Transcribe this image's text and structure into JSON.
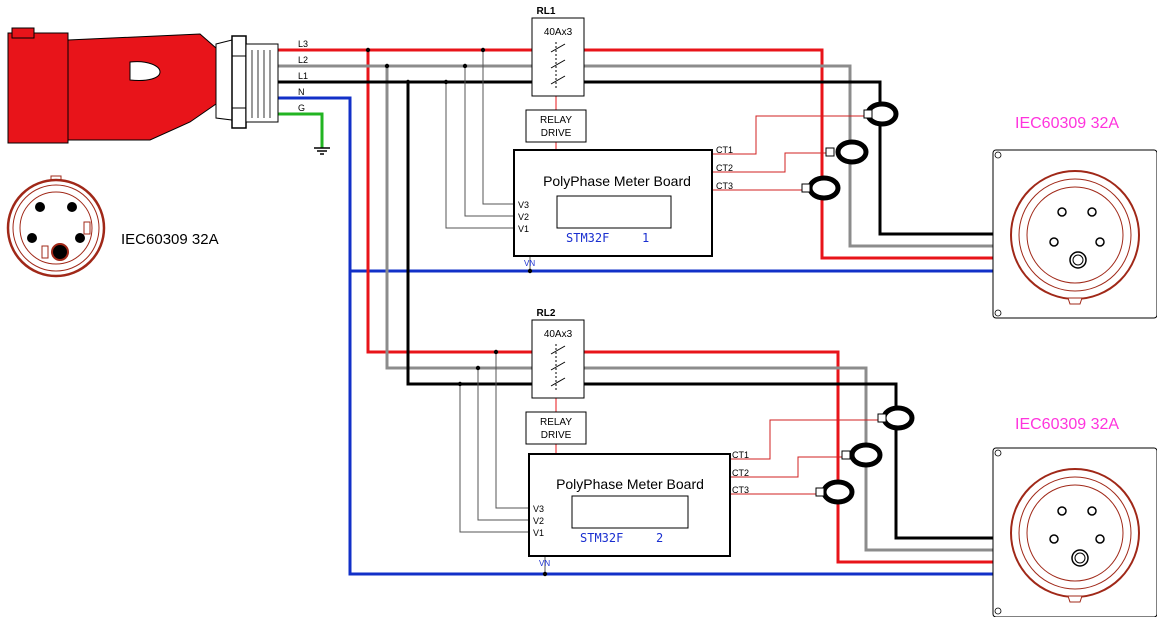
{
  "plug": {
    "wire_labels": [
      "L3",
      "L2",
      "L1",
      "N",
      "G"
    ]
  },
  "inlet_face": {
    "label": "IEC60309 32A"
  },
  "channels": [
    {
      "relay": {
        "name": "RL1",
        "rating": "40Ax3"
      },
      "relay_drive": {
        "line1": "RELAY",
        "line2": "DRIVE"
      },
      "meter": {
        "title": "PolyPhase Meter Board",
        "chip": "STM32F",
        "index": "1",
        "ct_labels": [
          "CT1",
          "CT2",
          "CT3"
        ],
        "voltage_labels": [
          "V3",
          "V2",
          "V1"
        ],
        "vn_label": "VN"
      },
      "outlet": {
        "label": "IEC60309 32A"
      }
    },
    {
      "relay": {
        "name": "RL2",
        "rating": "40Ax3"
      },
      "relay_drive": {
        "line1": "RELAY",
        "line2": "DRIVE"
      },
      "meter": {
        "title": "PolyPhase Meter Board",
        "chip": "STM32F",
        "index": "2",
        "ct_labels": [
          "CT1",
          "CT2",
          "CT3"
        ],
        "voltage_labels": [
          "V3",
          "V2",
          "V1"
        ],
        "vn_label": "VN"
      },
      "outlet": {
        "label": "IEC60309 32A"
      }
    }
  ],
  "colors": {
    "L3": "#e8141a",
    "L2": "#8c8c8c",
    "L1": "#000000",
    "N": "#1230c8",
    "G": "#22b422",
    "plug_body": "#e8141a",
    "outlet_label": "#ff33dd",
    "chip_text": "#1a2fd0",
    "ct_lead": "#d02020",
    "socket_ring": "#a02818"
  }
}
